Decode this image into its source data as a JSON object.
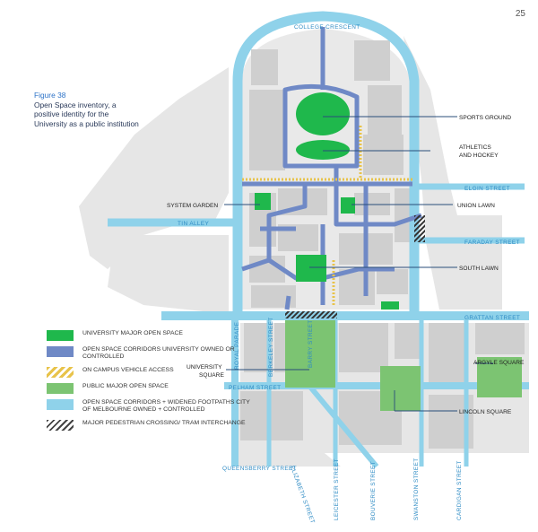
{
  "page_number": "25",
  "caption": {
    "figure": "Figure 38",
    "text": "Open Space inventory, a positive identity for the University as a public institution"
  },
  "streets": {
    "college_crescent": "COLLEGE CRESCENT",
    "elgin": "ELGIN STREET",
    "faraday": "FARADAY STREET",
    "grattan": "GRATTAN STREET",
    "pelham": "PELHAM STREET",
    "queensberry": "QUEENSBERRY STREET",
    "royal_parade": "ROYAL PARADE",
    "berkeley": "BERKELEY STREET",
    "barry": "BARRY STREET",
    "elizabeth": "ELIZABETH STREET",
    "leicester": "LEICESTER STREET",
    "bouverie": "BOUVERIE STREET",
    "swanston": "SWANSTON STREET",
    "cardigan": "CARDIGAN STREET",
    "tin_alley": "TIN ALLEY"
  },
  "places": {
    "sports_ground": "SPORTS GROUND",
    "athletics_line1": "ATHLETICS",
    "athletics_line2": "AND HOCKEY",
    "union_lawn": "UNION LAWN",
    "south_lawn": "SOUTH LAWN",
    "system_garden": "SYSTEM GARDEN",
    "argyle_square": "ARGYLE SQUARE",
    "lincoln_square": "LINCOLN SQUARE",
    "university_square_line1": "UNIVERSITY",
    "university_square_line2": "SQUARE"
  },
  "legend": [
    {
      "label": "University major open space",
      "color": "#1fb84c"
    },
    {
      "label": "Open space corridors university owned or controlled",
      "color": "#6f89c6"
    },
    {
      "label": "On campus vehicle access",
      "color": "#e8c34a"
    },
    {
      "label": "Public major open space",
      "color": "#7cc472"
    },
    {
      "label": "Open space corridors + widened footpaths city of Melbourne owned + controlled",
      "color": "#8fd2ea"
    },
    {
      "label": "Major pedestrian crossing/ tram interchange",
      "color": "#444444"
    }
  ],
  "colors": {
    "building": "#d4d4d4",
    "city_corridor": "#8fd2ea",
    "uni_corridor": "#6f89c6",
    "uni_open_space": "#1fb84c",
    "public_open_space": "#7cc472",
    "street_label": "#2e8bc4",
    "callout_line": "#2a4d7a"
  }
}
